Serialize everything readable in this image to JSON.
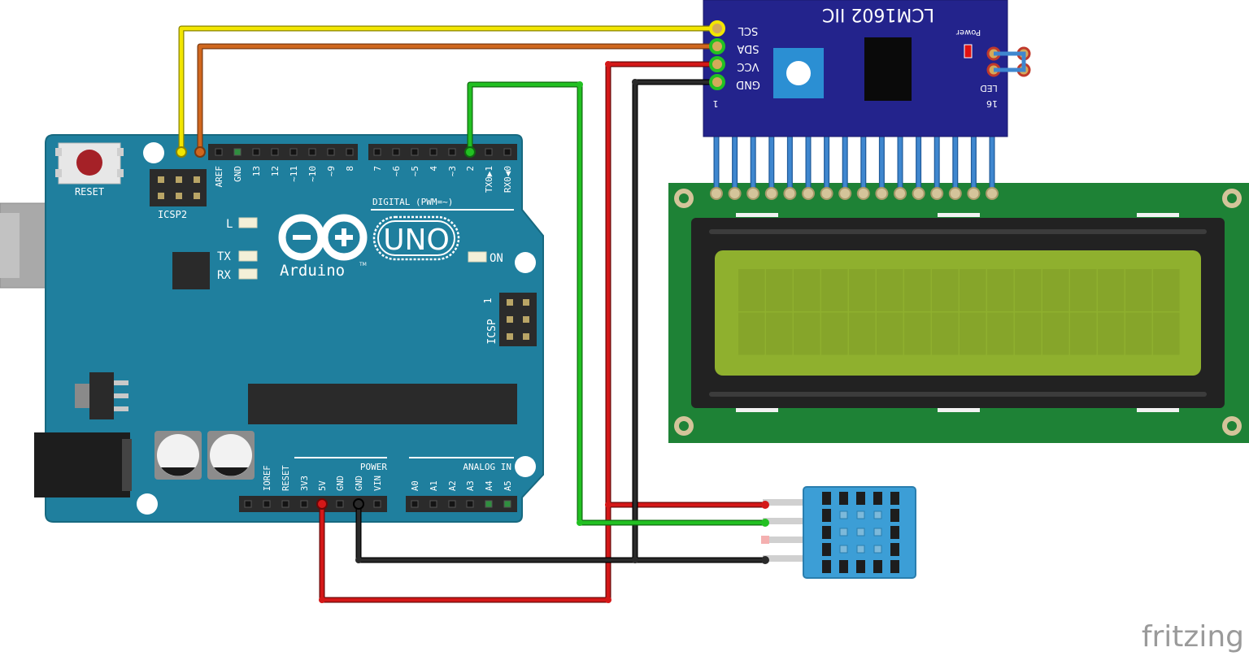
{
  "arduino": {
    "reset_label": "RESET",
    "icsp2_label": "ICSP2",
    "icsp_label": "ICSP",
    "icsp_pin1": "1",
    "brand_logo": "Arduino",
    "brand_tm": "TM",
    "model_logo": "UNO",
    "led_l": "L",
    "led_tx": "TX",
    "led_rx": "RX",
    "led_on": "ON",
    "digital_section": "DIGITAL (PWM=~)",
    "digital_pins": [
      "AREF",
      "GND",
      "13",
      "12",
      "~11",
      "~10",
      "~9",
      "8",
      "7",
      "~6",
      "~5",
      "4",
      "~3",
      "2",
      "TX0▶1",
      "RX0◀0"
    ],
    "power_section": "POWER",
    "power_pins": [
      "IOREF",
      "RESET",
      "3V3",
      "5V",
      "GND",
      "GND",
      "VIN"
    ],
    "analog_section": "ANALOG IN",
    "analog_pins": [
      "A0",
      "A1",
      "A2",
      "A3",
      "A4",
      "A5"
    ]
  },
  "i2c_module": {
    "title": "LCM1602 IIC",
    "power_label": "Power",
    "pins": [
      "SCL",
      "SDA",
      "VCC",
      "GND"
    ],
    "pin_first": "1",
    "pin_last": "16",
    "led_label": "LED"
  },
  "watermark": "fritzing",
  "wire_colors": {
    "scl": "#f2e600",
    "sda": "#d0671e",
    "power": "#cc1414",
    "ground": "#222222",
    "data": "#22bb22",
    "jumper": "#3f87cf"
  }
}
